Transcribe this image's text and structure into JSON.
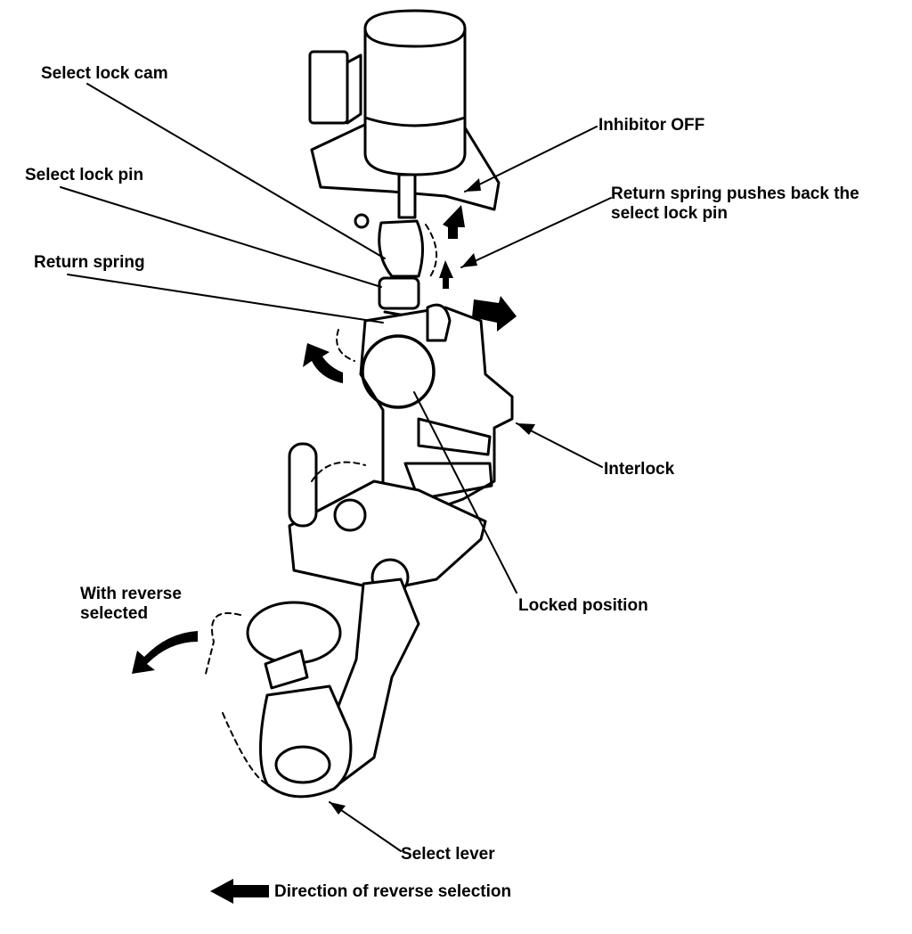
{
  "diagram": {
    "labels": {
      "select_lock_cam": "Select lock cam",
      "inhibitor_off": "Inhibitor OFF",
      "select_lock_pin": "Select lock pin",
      "return_spring_pushes_line1": "Return spring pushes back the",
      "return_spring_pushes_line2": "select lock pin",
      "return_spring": "Return spring",
      "interlock": "Interlock",
      "locked_position": "Locked position",
      "with_reverse_line1": "With reverse",
      "with_reverse_line2": "selected",
      "select_lever": "Select lever",
      "direction_of_reverse_selection": "Direction of reverse selection"
    },
    "style": {
      "ink": "#000000",
      "background": "#ffffff"
    }
  }
}
